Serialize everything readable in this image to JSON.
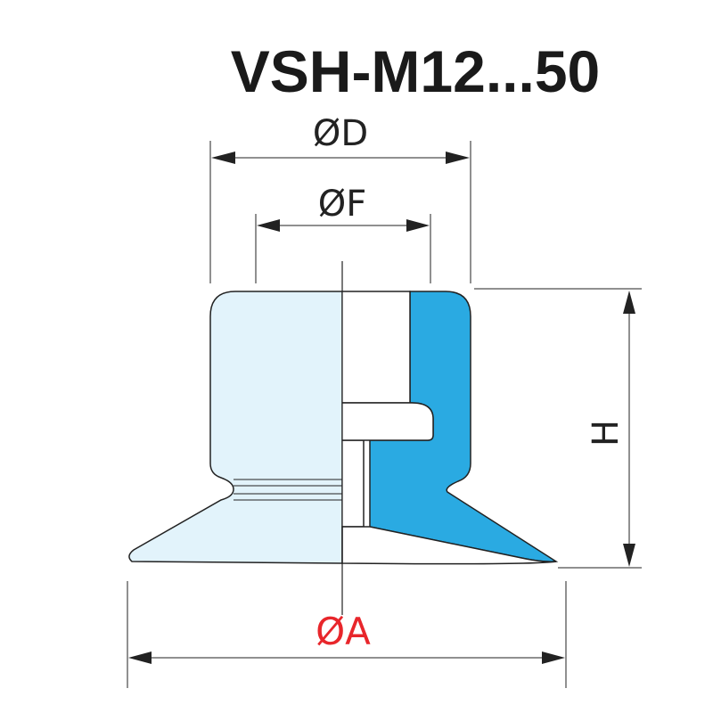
{
  "title": "VSH-M12...50",
  "dimensions": {
    "outer_diameter": "ØD",
    "inner_diameter": "ØF",
    "height": "H",
    "base_diameter": "ØA"
  },
  "colors": {
    "light_fill": "#E2F3FB",
    "dark_fill": "#2AAAE2",
    "outline": "#222222",
    "dimension_line": "#222222",
    "base_label": "#E8262B",
    "title": "#1A1A1A"
  }
}
